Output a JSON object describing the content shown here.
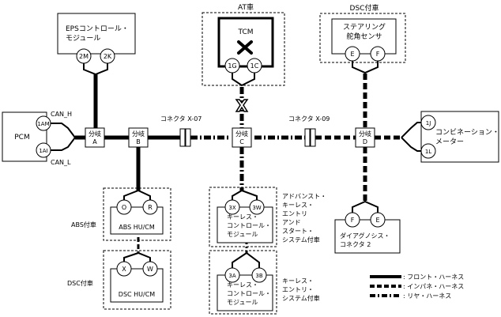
{
  "modules": {
    "eps": {
      "title": [
        "EPSコントロール・",
        "モジュール"
      ],
      "pins": [
        "2M",
        "2K"
      ]
    },
    "tcm": {
      "header": "AT車",
      "title": "TCM",
      "pins": [
        "1G",
        "1C"
      ],
      "status": "cross-icon"
    },
    "dsc_sensor": {
      "header": "DSC付車",
      "title": [
        "ステアリング",
        "舵角センサ"
      ],
      "pins": [
        "E",
        "F"
      ]
    },
    "pcm": {
      "title": "PCM",
      "pins": [
        "1AM",
        "1AI"
      ],
      "can_h": "CAN_H",
      "can_l": "CAN_L"
    },
    "combination_meter": {
      "title": [
        "コンビネーション・",
        "メーター"
      ],
      "pins": [
        "1J",
        "1L"
      ]
    },
    "abs": {
      "note": "ABS付車",
      "title": "ABS HU/CM",
      "pins": [
        "O",
        "R"
      ]
    },
    "dsc": {
      "note": "DSC付車",
      "title": "DSC HU/CM",
      "pins": [
        "X",
        "W"
      ]
    },
    "keyless_start": {
      "title": [
        "キーレス・",
        "コントロール・",
        "モジュール"
      ],
      "pins": [
        "3X",
        "3W"
      ],
      "note": [
        "アドバンスト・",
        "キーレス・",
        "エントリ",
        "アンド",
        "スタート・",
        "システム付車"
      ]
    },
    "keyless": {
      "title": [
        "キーレス・",
        "コントロール・",
        "モジュール"
      ],
      "pins": [
        "3A",
        "3B"
      ],
      "note": [
        "キーレス・",
        "エントリ・",
        "システム付車"
      ]
    },
    "diag": {
      "title": [
        "ダイアグノシス・",
        "コネクタ 2"
      ],
      "pins": [
        "F",
        "E"
      ]
    }
  },
  "branches": [
    {
      "line1": "分岐",
      "line2": "A"
    },
    {
      "line1": "分岐",
      "line2": "B"
    },
    {
      "line1": "分岐",
      "line2": "C"
    },
    {
      "line1": "分岐",
      "line2": "D"
    }
  ],
  "connectors": {
    "x07": "コネクタ X-07",
    "x09": "コネクタ X-09"
  },
  "legend": [
    {
      "label": ": フロント・ハーネス",
      "style": "solid"
    },
    {
      "label": ": インパネ・ハーネス",
      "style": "dashed"
    },
    {
      "label": ": リヤ・ハーネス",
      "style": "dashdot"
    }
  ],
  "colors": {
    "line": "#000000",
    "background": "#ffffff"
  }
}
